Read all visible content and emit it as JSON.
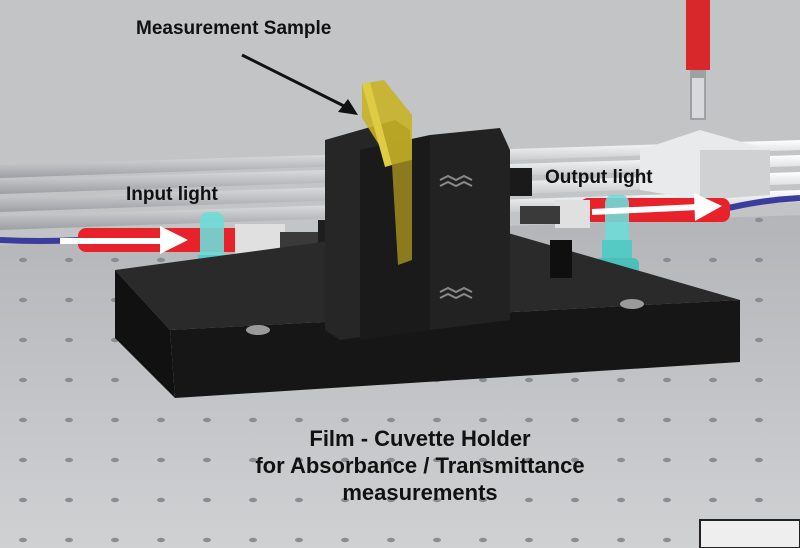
{
  "labels": {
    "measurement_sample": "Measurement Sample",
    "input_light": "Input light",
    "output_light": "Output light"
  },
  "caption": {
    "line1": "Film - Cuvette Holder",
    "line2": "for Absorbance / Transmittance",
    "line3": "measurements"
  },
  "colors": {
    "fiber": "#3a3d9e",
    "fiber_jacket": "#e8222a",
    "holder": "#1b1b1b",
    "sample_film": "#c9b226",
    "clamp": "#5fd3cf",
    "table": "#c3c5c7"
  }
}
